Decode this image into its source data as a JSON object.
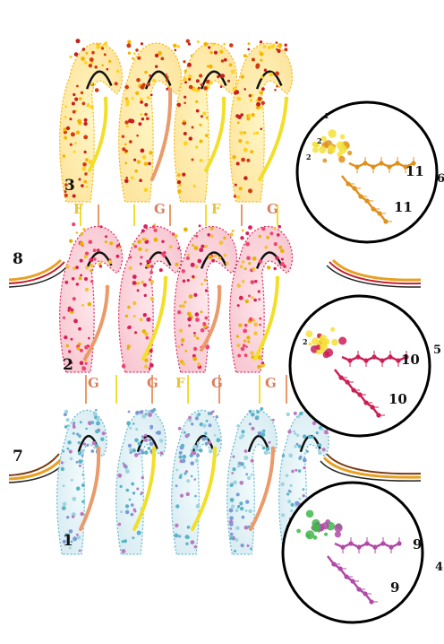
{
  "layers": [
    {
      "id": "top",
      "label": "3",
      "colors": [
        "#f6b400",
        "#ffd21a",
        "#d23b10",
        "#c81e1e"
      ],
      "bg": "#fde9a8"
    },
    {
      "id": "middle",
      "label": "2",
      "colors": [
        "#d91f56",
        "#f0446e",
        "#e6b400",
        "#f2c230"
      ],
      "bg": "#fbd5dc"
    },
    {
      "id": "bottom",
      "label": "1",
      "colors": [
        "#5ab4c8",
        "#9cd4e0",
        "#b97ac0",
        "#7b9ad8"
      ],
      "bg": "#e4f2f6"
    }
  ],
  "side_labels": {
    "upper": "8",
    "lower": "7"
  },
  "between_letters": {
    "row1": [
      "F",
      "G",
      "F",
      "G"
    ],
    "row2": [
      "G",
      "G",
      "F",
      "G",
      "G"
    ]
  },
  "colors": {
    "letter_f": "#e8c23a",
    "letter_g": "#d98060",
    "arrow_yellow": "#f2df2a",
    "arrow_salmon": "#eb9a6a",
    "circle_stroke": "#000000",
    "curve_upper": [
      "#e8a020",
      "#c02030",
      "#f0c040",
      "#222222"
    ],
    "curve_lower": [
      "#7a3a10",
      "#e8a020",
      "#222222"
    ]
  },
  "insets": [
    {
      "id": "inset-top",
      "edge_label": "6",
      "chain_labels": [
        "11",
        "11"
      ],
      "small_labels": [
        "1",
        "2",
        "2"
      ],
      "color": "#e0901c",
      "head": "#f4e23a"
    },
    {
      "id": "inset-middle",
      "edge_label": "5",
      "chain_labels": [
        "10",
        "10"
      ],
      "small_labels": [
        "2"
      ],
      "color": "#cc1f55",
      "head": "#f4e23a"
    },
    {
      "id": "inset-bottom",
      "edge_label": "4",
      "chain_labels": [
        "9",
        "9"
      ],
      "small_labels": [],
      "color": "#b04aa8",
      "head": "#3fb84a"
    }
  ]
}
